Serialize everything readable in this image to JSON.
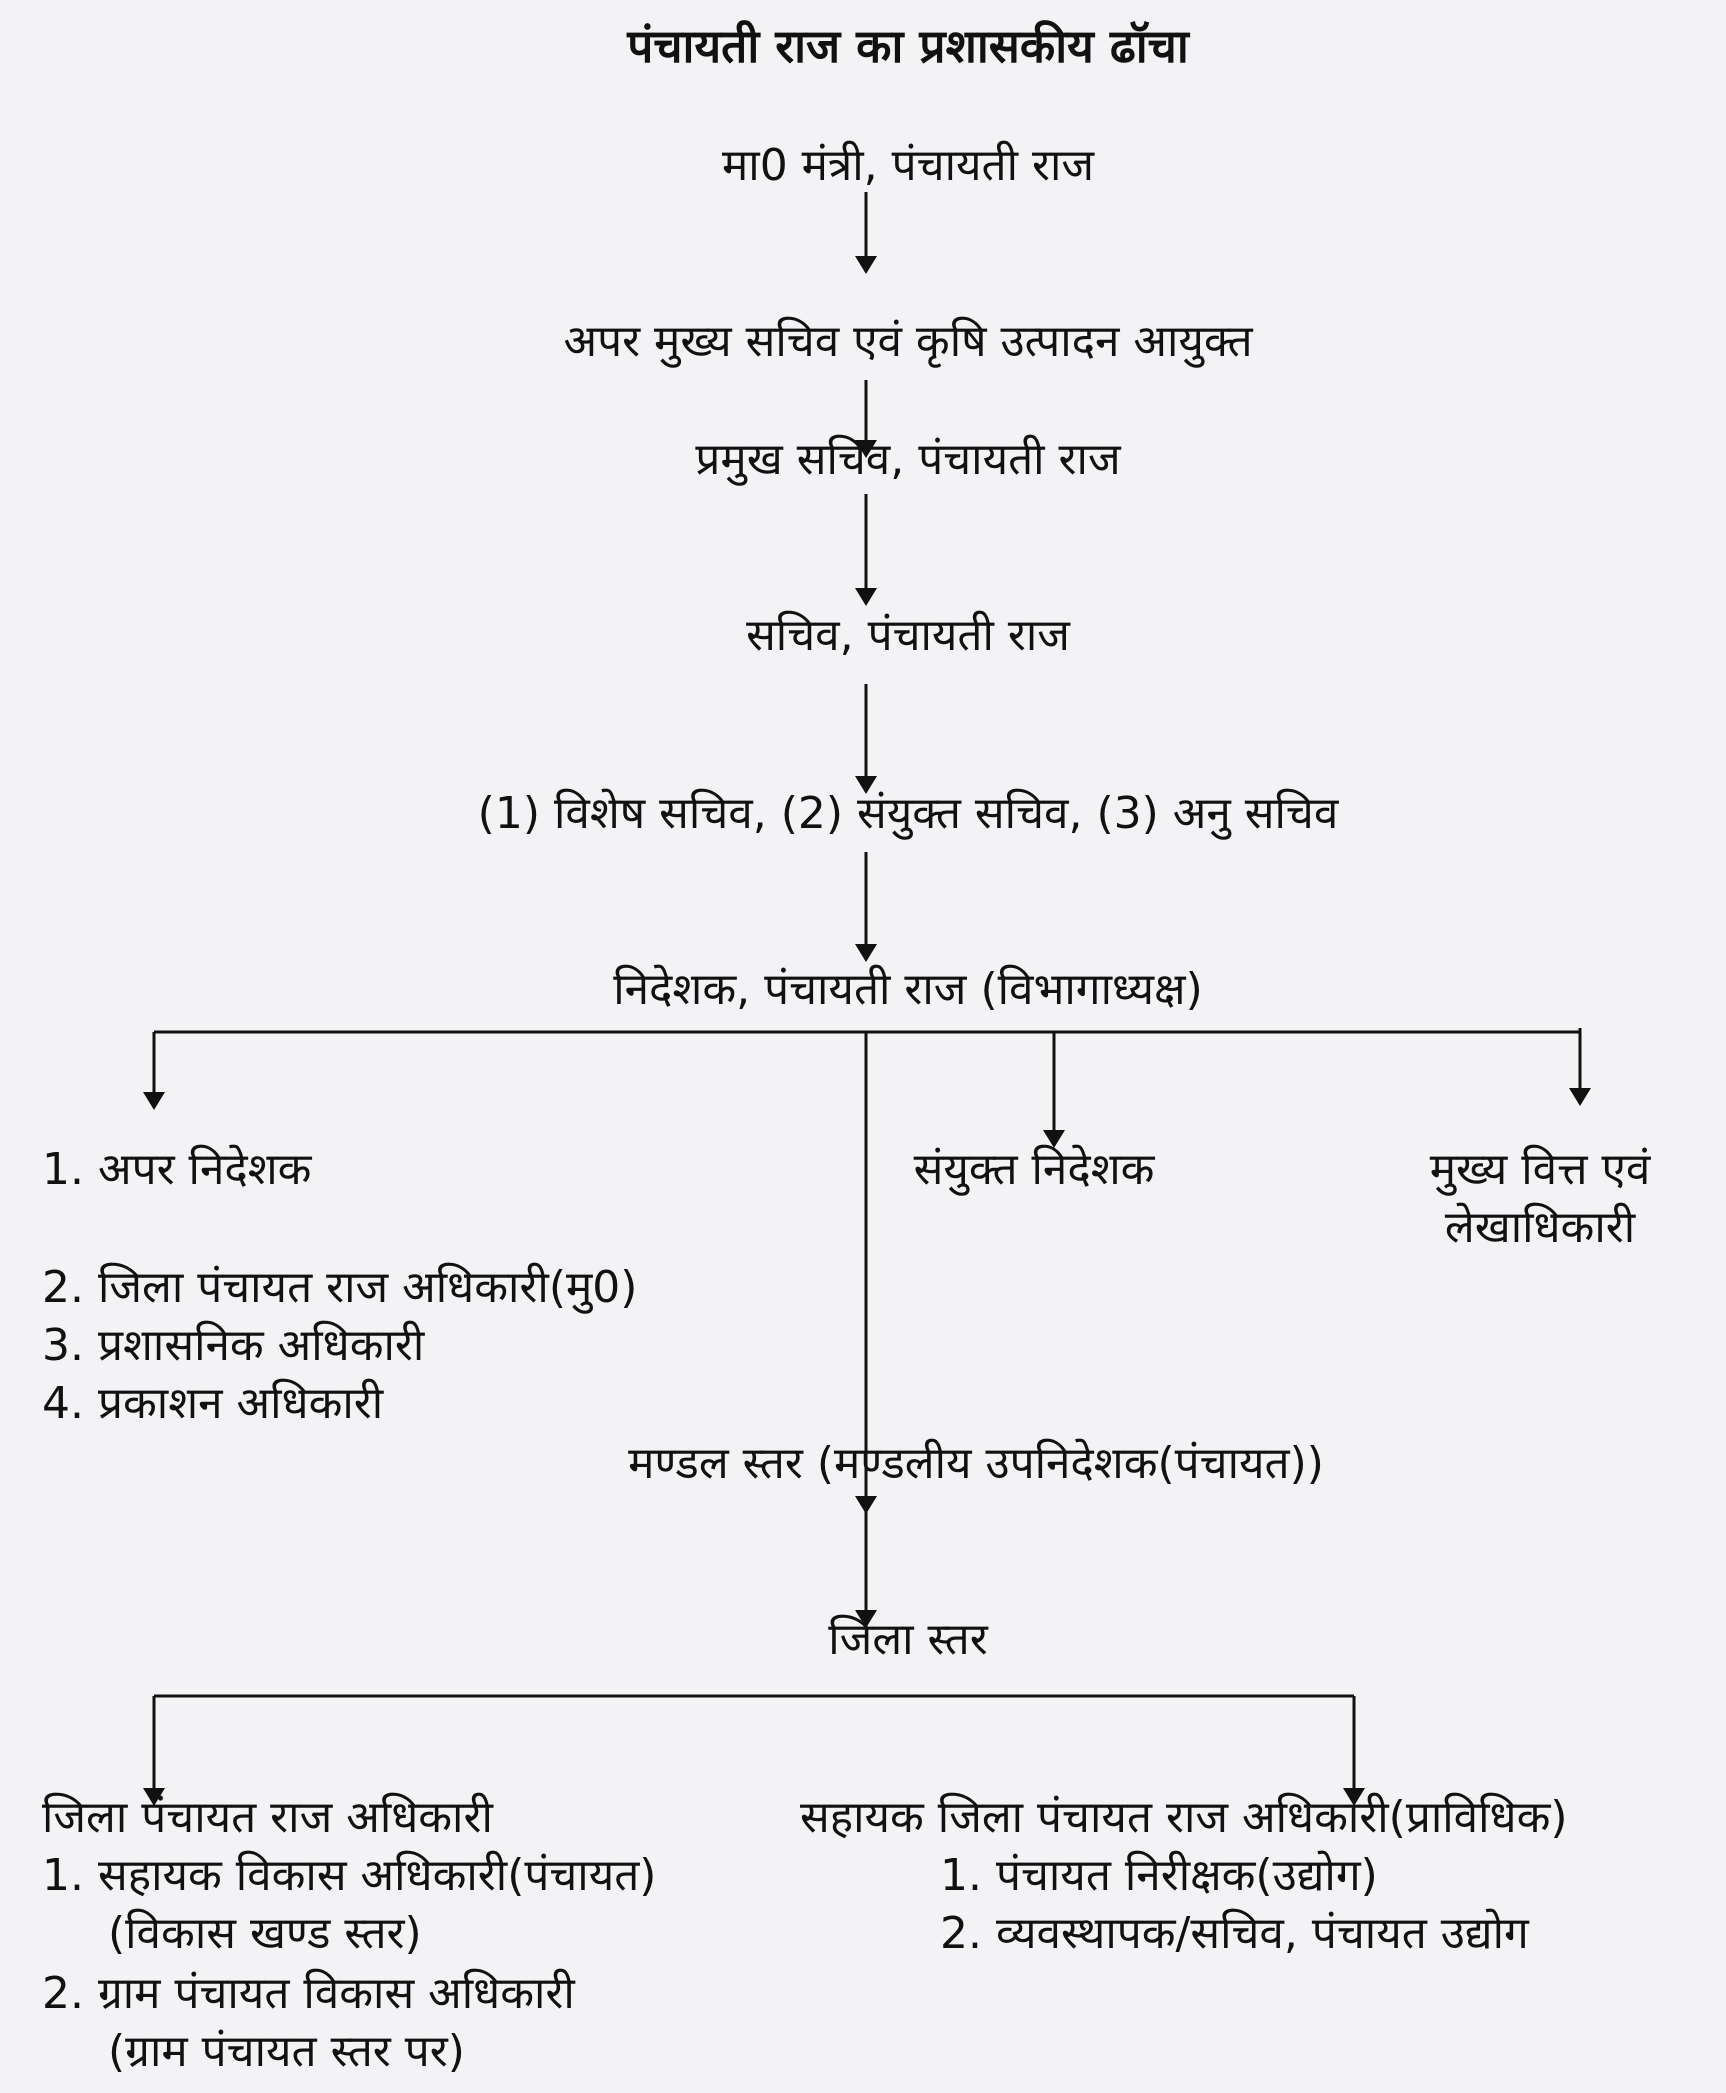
{
  "title": "पंचायती राज का प्रशासकीय ढॉचा",
  "levels": {
    "minister": "मा0 मंत्री, पंचायती राज",
    "acs": "अपर मुख्य सचिव एवं कृषि उत्पादन आयुक्त",
    "principal_secretary": "प्रमुख सचिव, पंचायती राज",
    "secretary": "सचिव, पंचायती राज",
    "secretaries_sub": "(1) विशेष सचिव, (2) संयुक्त सचिव, (3) अनु सचिव",
    "director": "निदेशक, पंचायती राज (विभागाध्यक्ष)"
  },
  "director_branches": {
    "left_items": [
      "1. अपर निदेशक",
      "2. जिला पंचायत राज अधिकारी(मु0)",
      "3. प्रशासनिक अधिकारी",
      "4. प्रकाशन अधिकारी"
    ],
    "joint_director": "संयुक्त निदेशक",
    "finance_line1": "मुख्य वित्त एवं",
    "finance_line2": "लेखाधिकारी"
  },
  "mandal": "मण्डल स्तर (मण्डलीय उपनिदेशक(पंचायत))",
  "district": "जिला स्तर",
  "district_left": {
    "head": "जिला पंचायत राज अधिकारी",
    "item1": "1. सहायक विकास अधिकारी(पंचायत)",
    "item1_sub": "(विकास खण्ड स्तर)",
    "item2": "2. ग्राम पंचायत विकास अधिकारी",
    "item2_sub": "(ग्राम पंचायत स्तर पर)"
  },
  "district_right": {
    "head": "सहायक जिला पंचायत राज अधिकारी(प्राविधिक)",
    "item1": "1. पंचायत निरीक्षक(उद्योग)",
    "item2": "2. व्यवस्थापक/सचिव, पंचायत उद्योग"
  }
}
